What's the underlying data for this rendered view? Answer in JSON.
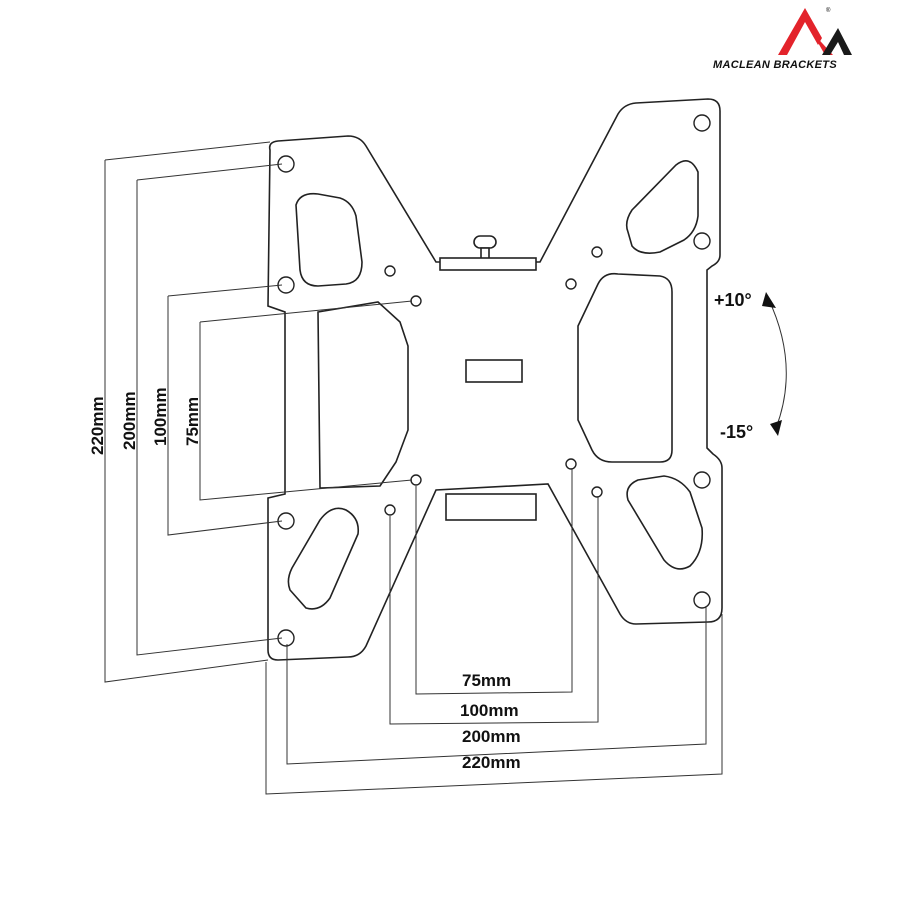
{
  "brand": {
    "name": "MACLEAN BRACKETS",
    "logo_colors": {
      "red": "#e3232b",
      "black": "#1a1a1a"
    }
  },
  "dimensions": {
    "vertical": [
      "220mm",
      "200mm",
      "100mm",
      "75mm"
    ],
    "horizontal": [
      "75mm",
      "100mm",
      "200mm",
      "220mm"
    ]
  },
  "tilt": {
    "up": "+10°",
    "down": "-15°"
  }
}
